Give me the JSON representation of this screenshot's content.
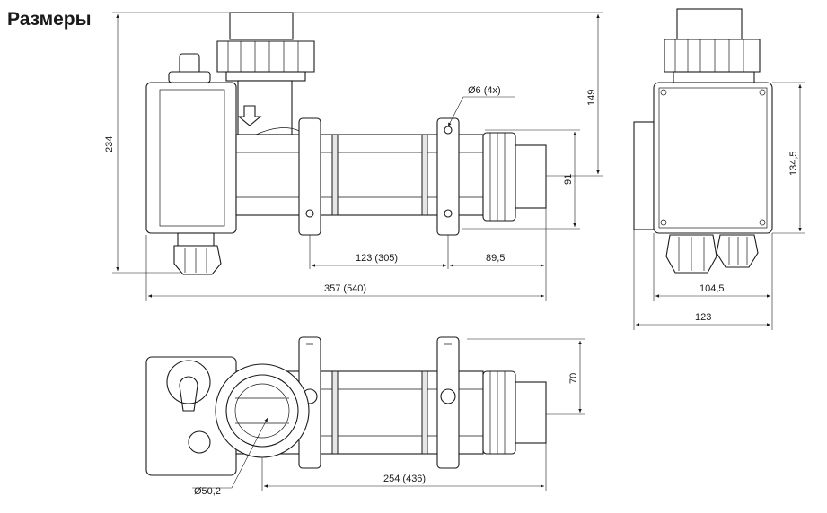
{
  "title": "Размеры",
  "dimensions": {
    "front_height_total": "234",
    "front_height_upper": "149",
    "pipe_diameter": "Ø6 (4x)",
    "front_center_height": "91",
    "clamp_spacing": "123 (305)",
    "clamp_to_end": "89,5",
    "front_length": "357 (540)",
    "side_height": "134,5",
    "side_box_width": "104,5",
    "side_total_width": "123",
    "top_height": "70",
    "top_diameter": "Ø50,2",
    "top_length": "254 (436)"
  }
}
